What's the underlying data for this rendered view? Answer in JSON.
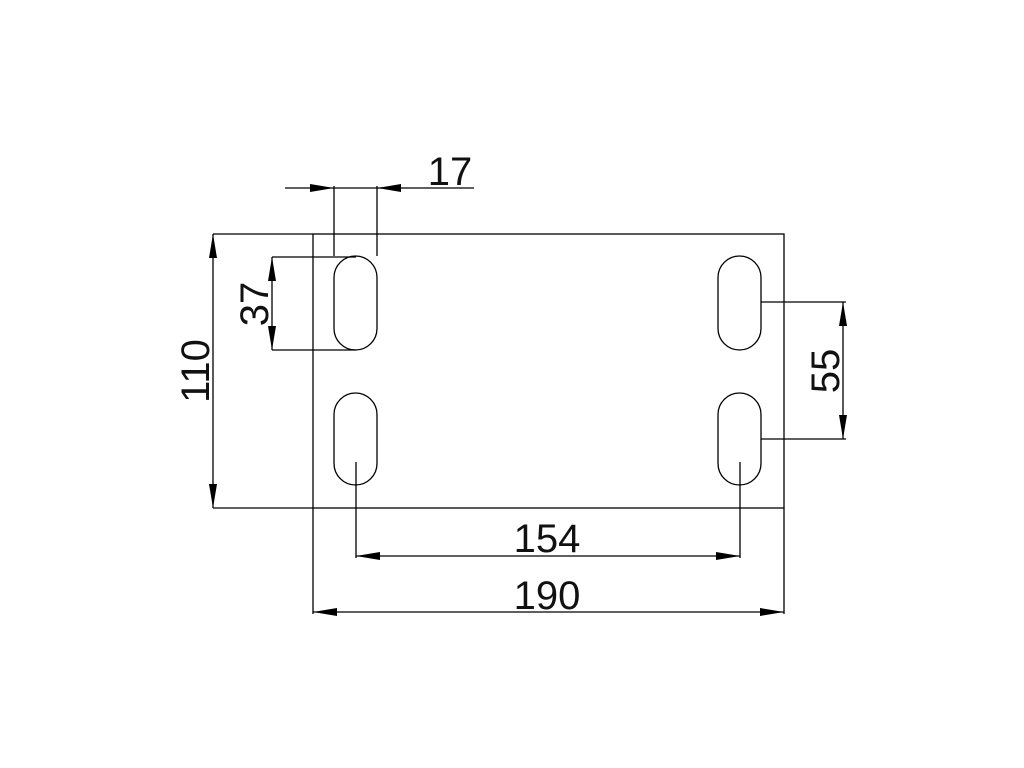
{
  "drawing": {
    "dimensions": {
      "overall_width": "190",
      "overall_height": "110",
      "hole_spacing_horizontal": "154",
      "hole_spacing_vertical": "55",
      "slot_length": "37",
      "slot_width": "17"
    }
  }
}
